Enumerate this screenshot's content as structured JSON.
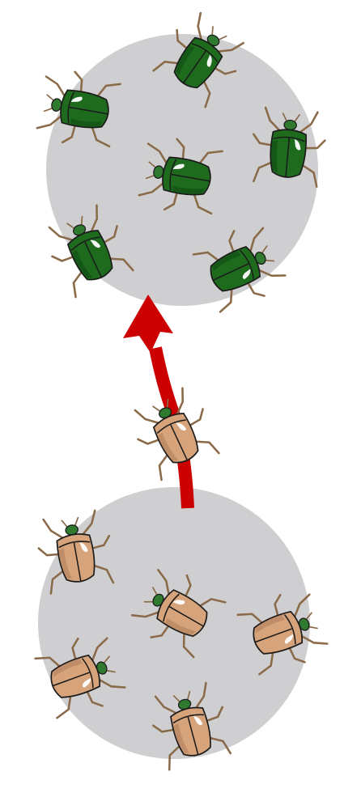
{
  "colors": {
    "background": "#ffffff",
    "population_circle": "#cfcfd1",
    "green_beetle_body": "#1e6b1e",
    "green_beetle_shade": "#0f4f12",
    "brown_beetle_body": "#d6a37a",
    "brown_beetle_shade": "#b58360",
    "beetle_outline": "#1b1b1b",
    "beetle_legs": "#8a6a48",
    "beetle_head": "#2f7a2f",
    "highlight": "#ffffff",
    "migration_arrow": "#cc0000"
  },
  "icons": {
    "green_beetle": "green-beetle-icon",
    "brown_beetle": "brown-beetle-icon",
    "arrow": "migration-arrow-icon"
  },
  "populations": [
    {
      "name": "top-population",
      "beetle_color": "green",
      "beetle_count": 6
    },
    {
      "name": "bottom-population",
      "beetle_color": "brown",
      "beetle_count": 5
    }
  ],
  "migrant": {
    "beetle_color": "brown",
    "beetle_count": 1
  }
}
